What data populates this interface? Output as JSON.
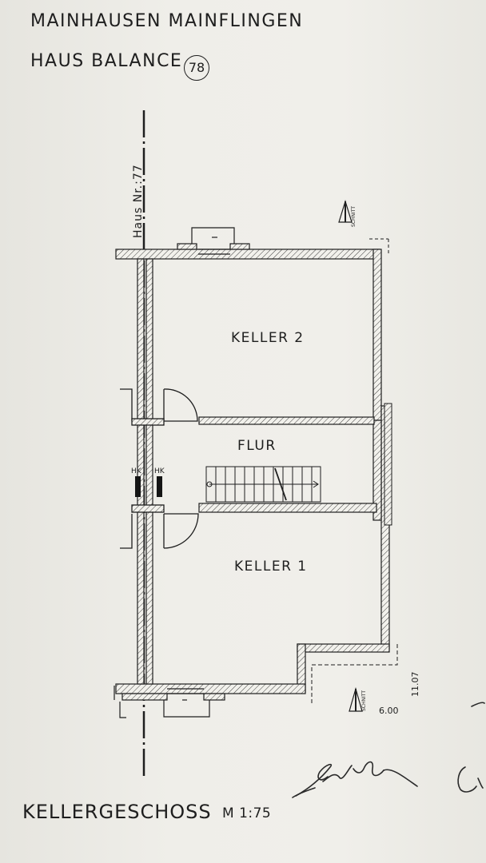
{
  "header": {
    "line1": "MAINHAUSEN MAINFLINGEN",
    "line2": "HAUS BALANCE",
    "house_number": "78"
  },
  "plan": {
    "neighbor_label": "Haus Nr.:77",
    "rooms": {
      "keller2": "KELLER 2",
      "flur": "FLUR",
      "keller1": "KELLER 1"
    },
    "radiator_label": "HK",
    "section_label": "SCHNITT",
    "dimensions": {
      "dim_a": "6.00",
      "dim_b": "11.07"
    }
  },
  "footer": {
    "title": "KELLERGESCHOSS",
    "scale": "M 1:75"
  },
  "colors": {
    "paper": "#efeee9",
    "ink": "#1e1e1e"
  }
}
